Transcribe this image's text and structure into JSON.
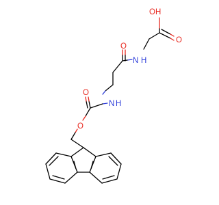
{
  "structure": {
    "colors": {
      "bond": "#000000",
      "oxygen": "#e8281f",
      "nitrogen": "#2b3bd9"
    },
    "atoms": {
      "acid_oh": "OH",
      "acid_o": "O",
      "amide_n": "N",
      "amide_h": "H",
      "amide_o": "O",
      "carbamate_n": "N",
      "carbamate_h": "H",
      "carbamate_o_double": "O",
      "carbamate_o_ester": "O"
    }
  }
}
